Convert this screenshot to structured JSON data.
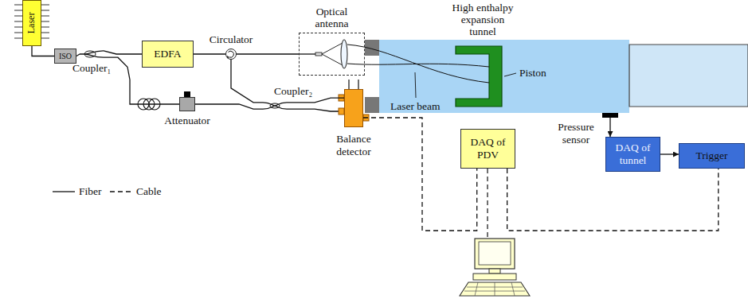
{
  "diagram": {
    "nodes": [
      {
        "text": [
          "Laser"
        ]
      },
      {
        "text": [
          "ISO"
        ]
      },
      {
        "text": [
          "Coupler₁"
        ]
      },
      {
        "text": [
          "EDFA"
        ]
      },
      {
        "text": [
          "Circulator"
        ]
      },
      {
        "text": [
          "Optical antenna"
        ]
      },
      {
        "text": [
          "High enthalpy expansion tunnel"
        ]
      },
      {
        "text": [
          "Attenuator"
        ]
      },
      {
        "text": [
          "Coupler₂"
        ]
      },
      {
        "text": [
          "Balance detector"
        ]
      },
      {
        "text": [
          "DAQ of PDV"
        ]
      },
      {
        "text": [
          "Pressure sensor"
        ]
      },
      {
        "text": [
          "DAQ of tunnel"
        ]
      },
      {
        "text": [
          "Trigger"
        ]
      }
    ],
    "edges": [
      {
        "from": 0,
        "to": 1,
        "arrow": "none"
      },
      {
        "from": 1,
        "to": 2,
        "arrow": "none"
      },
      {
        "from": 2,
        "to": 3,
        "arrow": "none"
      },
      {
        "from": 3,
        "to": 4,
        "arrow": "none"
      },
      {
        "from": 4,
        "to": 5,
        "arrow": "none"
      },
      {
        "from": 2,
        "to": 7,
        "arrow": "none"
      },
      {
        "from": 7,
        "to": 8,
        "arrow": "none"
      },
      {
        "from": 4,
        "to": 8,
        "arrow": "none"
      },
      {
        "from": 8,
        "to": 9,
        "arrow": "none"
      },
      {
        "from": 9,
        "to": 10,
        "arrow": "none"
      },
      {
        "from": 10,
        "to": 13,
        "arrow": "none"
      },
      {
        "from": 11,
        "to": 12,
        "arrow": "to"
      },
      {
        "from": 12,
        "to": 13,
        "arrow": "to"
      }
    ],
    "labels": [
      "Laser beam",
      "Piston"
    ],
    "legend": [
      {
        "text": "Fiber"
      },
      {
        "text": "Cable"
      }
    ]
  }
}
